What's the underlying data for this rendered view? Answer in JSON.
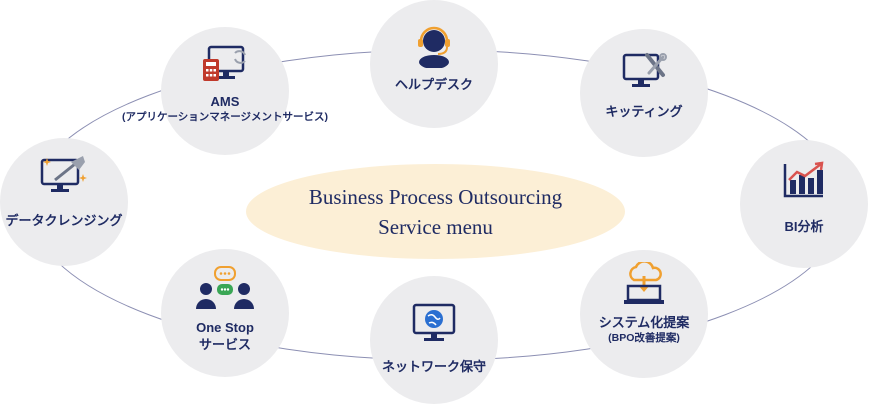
{
  "center": {
    "line1": "Business Process Outsourcing",
    "line2": "Service menu"
  },
  "nodes": {
    "helpdesk": {
      "label": "ヘルプデスク",
      "icon": "headset-operator-icon"
    },
    "kitting": {
      "label": "キッティング",
      "icon": "monitor-tools-icon"
    },
    "bi": {
      "label": "BI分析",
      "icon": "bar-chart-trend-icon"
    },
    "system": {
      "label": "システム化提案",
      "sub": "(BPO改善提案)",
      "icon": "cloud-laptop-icon"
    },
    "network": {
      "label": "ネットワーク保守",
      "icon": "globe-monitor-icon"
    },
    "onestop": {
      "label1": "One Stop",
      "label2": "サービス",
      "icon": "people-chat-icon"
    },
    "cleansing": {
      "label": "データクレンジング",
      "icon": "monitor-duster-icon"
    },
    "ams": {
      "label": "AMS",
      "sub": "(アプリケーションマネージメントサービス)",
      "icon": "calculator-monitor-icon"
    }
  },
  "colors": {
    "navy": "#1f2b63",
    "node_bg": "#ececee",
    "center_bg": "#fcefd6",
    "ring": "#8c8fb3",
    "accent_orange": "#f0a030",
    "accent_red": "#d9534f",
    "accent_green": "#3aa655",
    "accent_blue": "#2a6fd1"
  }
}
